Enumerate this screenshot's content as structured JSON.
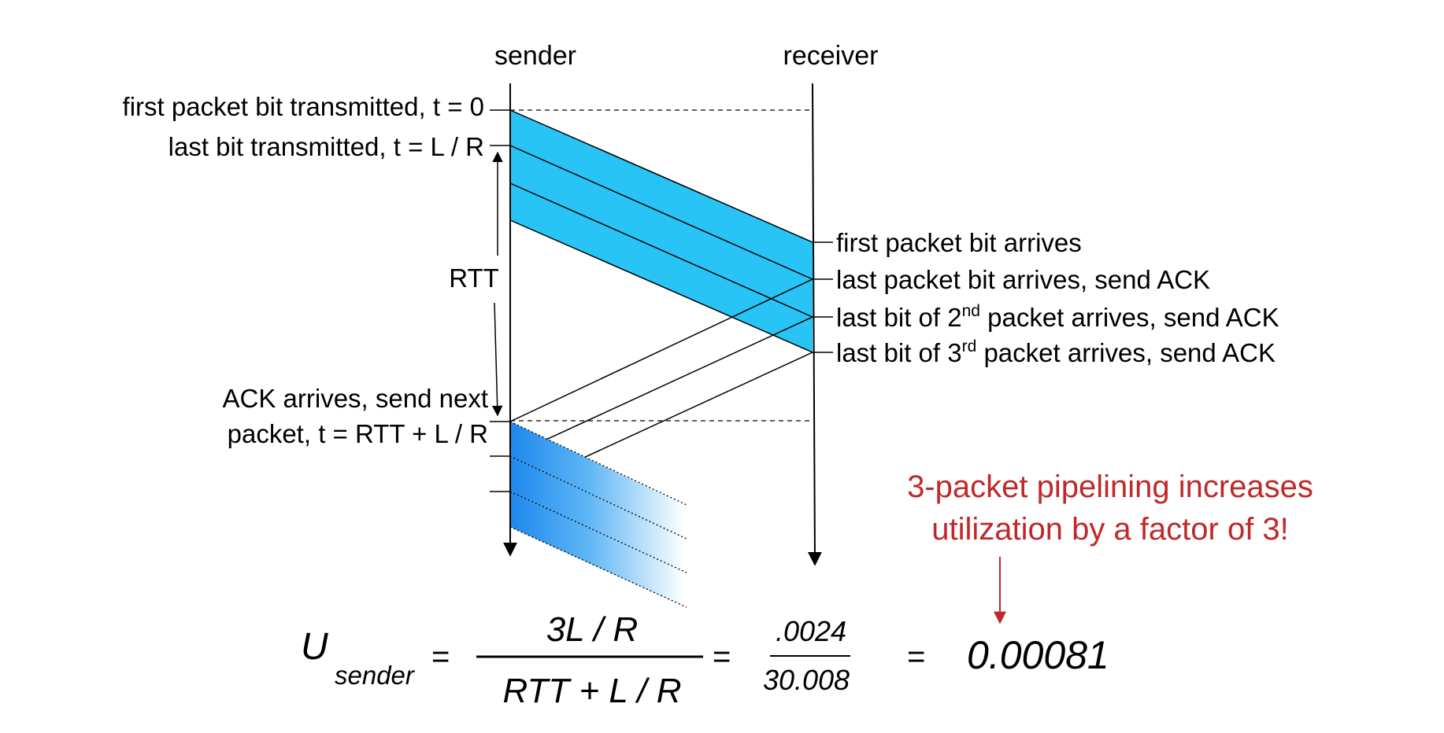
{
  "headers": {
    "sender": "sender",
    "receiver": "receiver"
  },
  "sender_labels": {
    "first_bit": "first packet bit transmitted, t = 0",
    "last_bit": "last bit transmitted, t = L / R",
    "rtt": "RTT",
    "ack_line1": "ACK arrives, send next",
    "ack_line2": "packet, t = RTT + L / R"
  },
  "receiver_labels": {
    "first_arrives": "first packet bit arrives",
    "last_arrives": "last packet bit arrives, send ACK",
    "second_pre": "last bit of 2",
    "second_sup": "nd",
    "second_post": " packet arrives, send ACK",
    "third_pre": "last bit of 3",
    "third_sup": "rd",
    "third_post": " packet arrives, send ACK"
  },
  "note": {
    "line1": "3-packet pipelining increases",
    "line2": "utilization by a factor of 3!"
  },
  "formula": {
    "u": "U",
    "u_sub": "sender",
    "eq1": "=",
    "num1": "3L / R",
    "den1": "RTT + L / R",
    "eq2": "=",
    "num2": ".0024",
    "den2": "30.008",
    "eq3": "=",
    "result": "0.00081"
  },
  "colors": {
    "packet_blue": "#29c4f6",
    "next_packet_blue": "#1f86e8",
    "note_red": "#c0282a"
  }
}
